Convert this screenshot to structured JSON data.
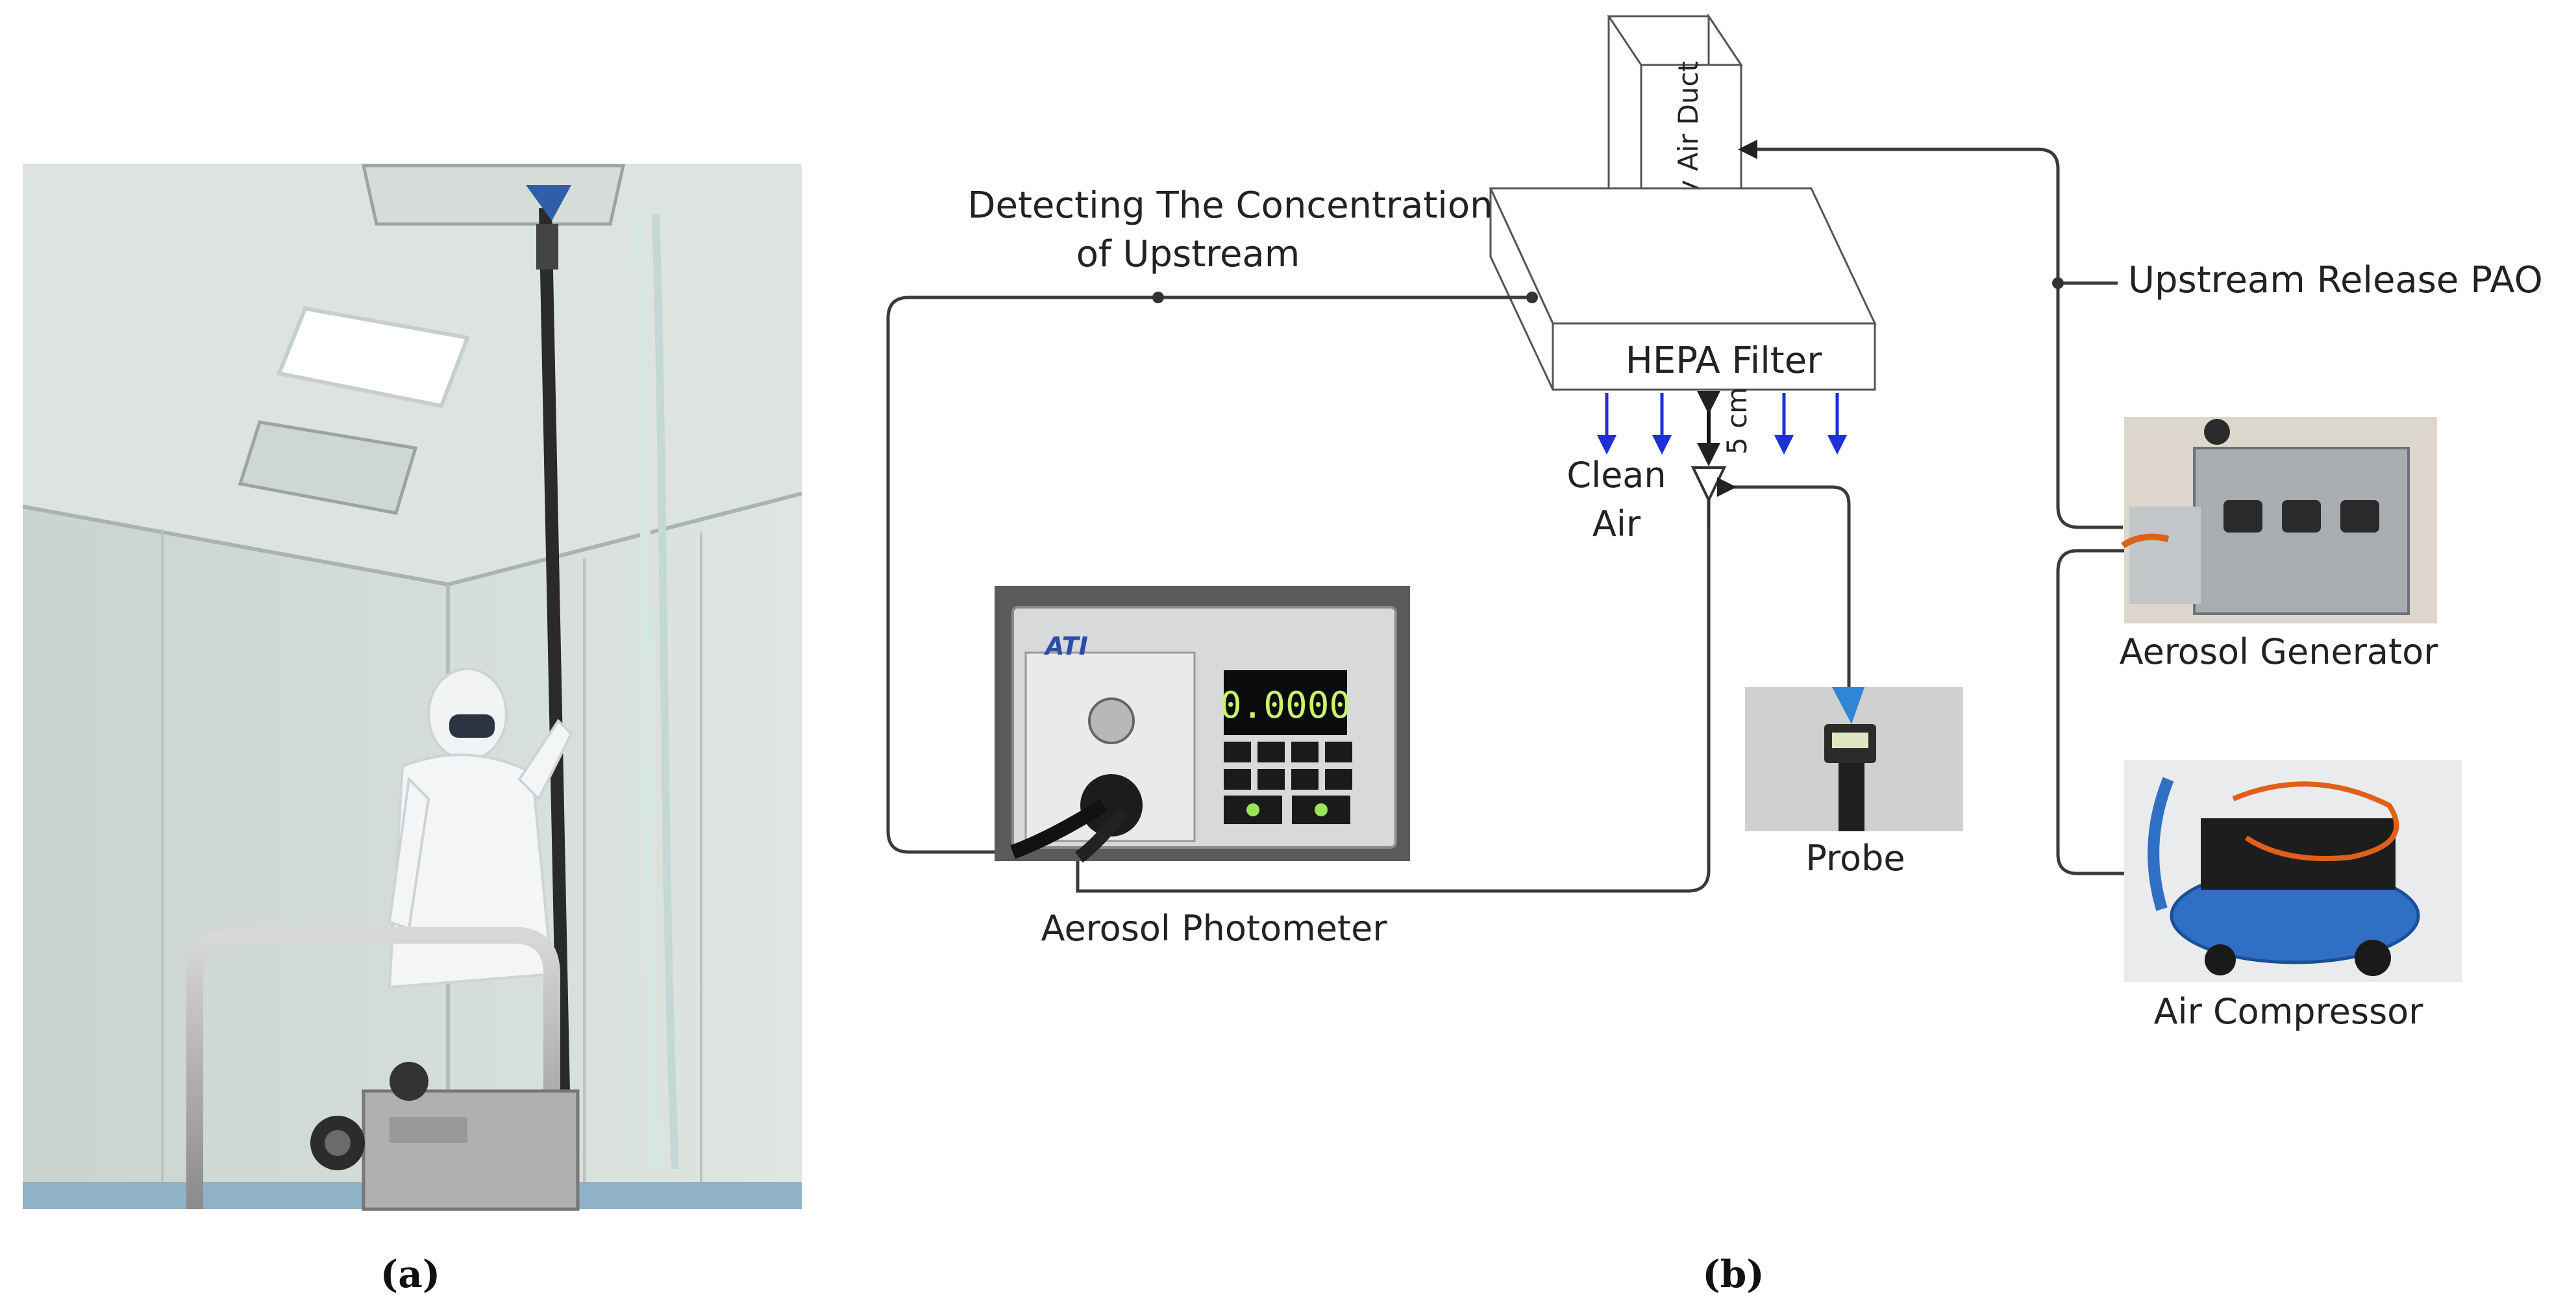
{
  "panels": {
    "a": {
      "caption": "(a)"
    },
    "b": {
      "caption": "(b)",
      "labels": {
        "supply_air_duct": "Supply Air Duct",
        "hepa_filter": "HEPA Filter",
        "detecting_line1": "Detecting The Concentration",
        "detecting_line2": "of Upstream",
        "upstream_release": "Upstream Release PAO",
        "clean": "Clean",
        "air": "Air",
        "distance": "5 cm",
        "aerosol_generator": "Aerosol Generator",
        "air_compressor": "Air Compressor",
        "probe": "Probe",
        "aerosol_photometer": "Aerosol Photometer"
      },
      "device_text": {
        "photometer_display": "0.0000",
        "photometer_brand": "ATI"
      }
    }
  },
  "colors": {
    "airflow_arrows": "#1f2fd6",
    "connector_lines": "#3a3a3a"
  }
}
